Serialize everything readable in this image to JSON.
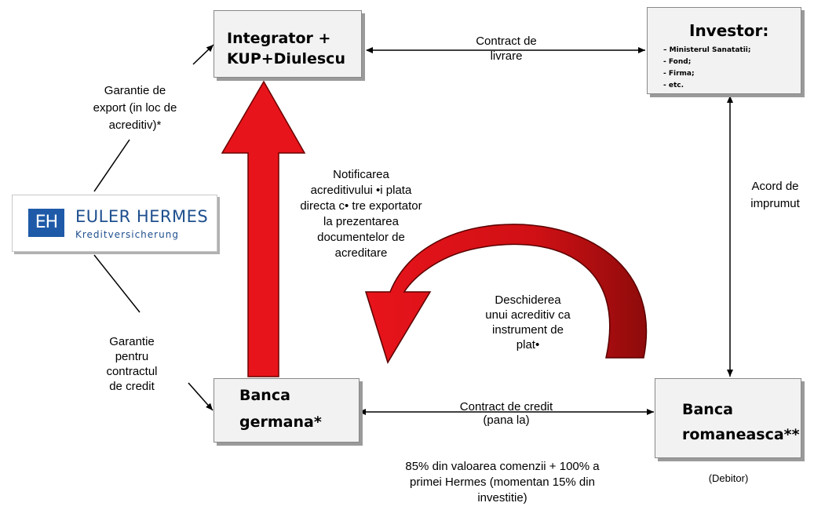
{
  "nodes": {
    "integrator": {
      "title_lines": [
        "Integrator +",
        "KUP+Diulescu"
      ]
    },
    "investor": {
      "title": "Investor:",
      "items": [
        "Ministerul Sanatatii;",
        "Fond;",
        "Firma;",
        "etc."
      ]
    },
    "banca_germana": {
      "title_lines": [
        "Banca",
        "germana*"
      ]
    },
    "banca_romaneasca": {
      "title_lines": [
        "Banca",
        "romaneasca**"
      ]
    }
  },
  "logo": {
    "mark": "EH",
    "name": "EULER HERMES",
    "subtitle": "Kreditversicherung"
  },
  "labels": {
    "contract_livrare": [
      "Contract de",
      "livrare"
    ],
    "garantie_export": [
      "Garantie de",
      "export (in loc de",
      "acreditiv)*"
    ],
    "notificarea": [
      "Notificarea",
      "acreditivului •i plata",
      "directa c• tre exportator",
      "la prezentarea",
      "documentelor de",
      "acreditare"
    ],
    "acord_imprumut": [
      "Acord de",
      "imprumut"
    ],
    "deschiderea": [
      "Deschiderea",
      "unui acreditiv ca",
      "instrument de",
      "plat•"
    ],
    "garantie_credit": [
      "Garantie",
      "pentru",
      "contractul",
      "de credit"
    ],
    "contract_credit": [
      "Contract de credit",
      "(pana la)"
    ],
    "valoare": [
      "85% din valoarea comenzii + 100% a",
      "primei Hermes (momentan 15% din",
      "investitie)"
    ],
    "debitor": "(Debitor)"
  },
  "colors": {
    "arrow_red": "#e8141b",
    "arrow_dark": "#a80e0e",
    "box_bg": "#f2f2f2",
    "logo_blue": "#1e5aa8"
  }
}
